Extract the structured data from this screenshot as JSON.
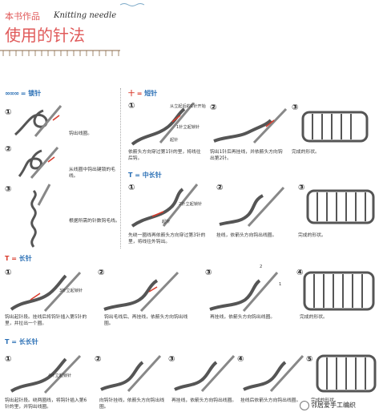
{
  "header": {
    "line1": "本书作品",
    "script": "Knitting needle",
    "line2": "使用的针法"
  },
  "sections": {
    "chain": {
      "title_prefix": "=",
      "title": "锁针",
      "steps": [
        {
          "num": "①",
          "text": "钩出线圈。"
        },
        {
          "num": "②",
          "text": "从线圈中钩出键锁的毛线。"
        },
        {
          "num": "③",
          "text": "根据所需的针数钩毛线。"
        }
      ]
    },
    "sc": {
      "title_prefix": "十 =",
      "title": "短针",
      "steps": [
        {
          "num": "①",
          "text": "依箭头方向穿过第1针的里，将线往后钩。"
        },
        {
          "num": "②",
          "text": "钩出1针后再挂线，并依箭头方向钩出第2针。"
        },
        {
          "num": "③",
          "text": "完成的形状。"
        }
      ],
      "labels": {
        "start": "从立起后的1针开始",
        "c1": "1针立起锁针",
        "end": "起针"
      }
    },
    "hdc": {
      "title_prefix": "T =",
      "title": "中长针",
      "steps": [
        {
          "num": "①",
          "text": "先绕一圈线再依箭头方向穿过第3针的里，将线往外钩出。"
        },
        {
          "num": "②",
          "text": "挂线，依箭头方向钩出线圈。"
        },
        {
          "num": "③",
          "text": "完成的形状。"
        }
      ],
      "labels": {
        "c2": "2针立起锁针",
        "start": "起针"
      }
    },
    "dc": {
      "title_prefix": "T =",
      "title": "长针",
      "steps": [
        {
          "num": "①",
          "text": "钩出起针段。挂线后将钩针插入第5针的里，并拉出一个圈。"
        },
        {
          "num": "②",
          "text": "钩出毛线后、再挂线，依箭头方向钩出线圈。"
        },
        {
          "num": "③",
          "text": "再挂线，依箭头方向钩出线圈。"
        },
        {
          "num": "④",
          "text": "完成的形状。"
        }
      ],
      "labels": {
        "c3": "3针立起锁针",
        "m1": "1",
        "m2": "2"
      }
    },
    "tr": {
      "title_prefix": "T =",
      "title": "长长针",
      "steps": [
        {
          "num": "①",
          "text": "钩出起针段。绕两圈线，将钩针插入第6针的里，并钩出线圈。"
        },
        {
          "num": "②",
          "text": "向钩针挂线，依箭头方向钩出线圈。"
        },
        {
          "num": "③",
          "text": "再挂线，依箭头方向钩出线圈。"
        },
        {
          "num": "④",
          "text": "挂线后依箭头方向钩出线圈。"
        },
        {
          "num": "⑤",
          "text": "完成的形状。"
        }
      ],
      "labels": {
        "c4": "4针立起锁针"
      }
    }
  },
  "watermark": "邻居爱手工编织",
  "colors": {
    "accent": "#2a6fb5",
    "red": "#d93a2b",
    "header": "#e05a5a",
    "yarn": "#555555"
  }
}
